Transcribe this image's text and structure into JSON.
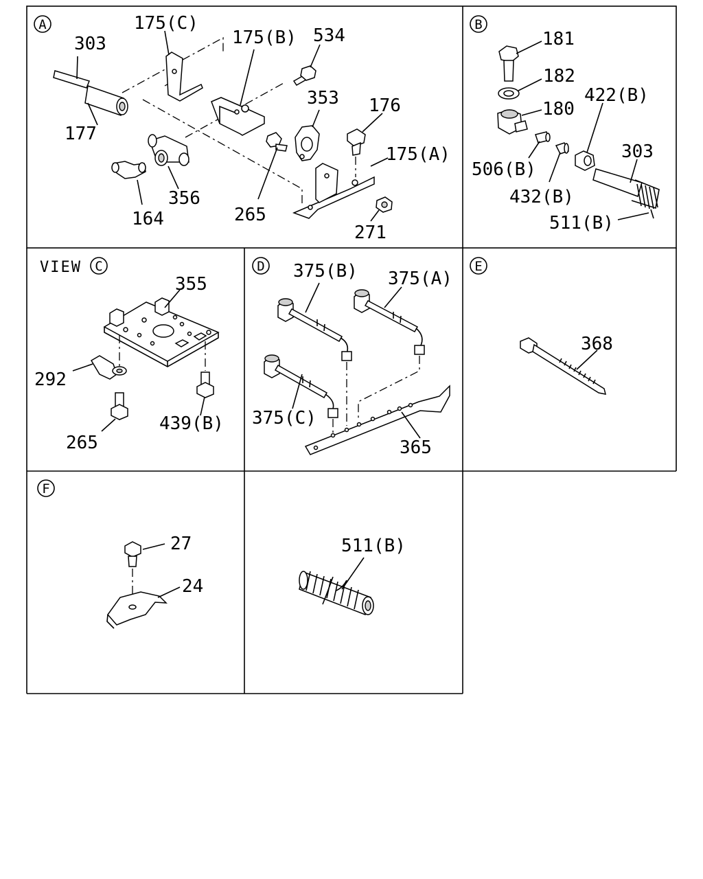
{
  "diagram": {
    "panels": [
      {
        "key": "A",
        "circle_label": "A",
        "view_prefix": "",
        "labels": [
          "303",
          "175(C)",
          "175(B)",
          "534",
          "177",
          "353",
          "176",
          "175(A)",
          "164",
          "356",
          "265",
          "271"
        ]
      },
      {
        "key": "B",
        "circle_label": "B",
        "view_prefix": "",
        "labels": [
          "181",
          "182",
          "180",
          "422(B)",
          "303",
          "506(B)",
          "432(B)",
          "511(B)"
        ]
      },
      {
        "key": "C",
        "circle_label": "C",
        "view_prefix": "VIEW",
        "labels": [
          "355",
          "292",
          "439(B)",
          "265"
        ]
      },
      {
        "key": "D",
        "circle_label": "D",
        "view_prefix": "",
        "labels": [
          "375(B)",
          "375(A)",
          "375(C)",
          "365"
        ]
      },
      {
        "key": "E",
        "circle_label": "E",
        "view_prefix": "",
        "labels": [
          "368"
        ]
      },
      {
        "key": "F",
        "circle_label": "F",
        "view_prefix": "",
        "labels": [
          "27",
          "24"
        ]
      },
      {
        "key": "G",
        "circle_label": "",
        "view_prefix": "",
        "labels": [
          "511(B)"
        ]
      }
    ]
  }
}
